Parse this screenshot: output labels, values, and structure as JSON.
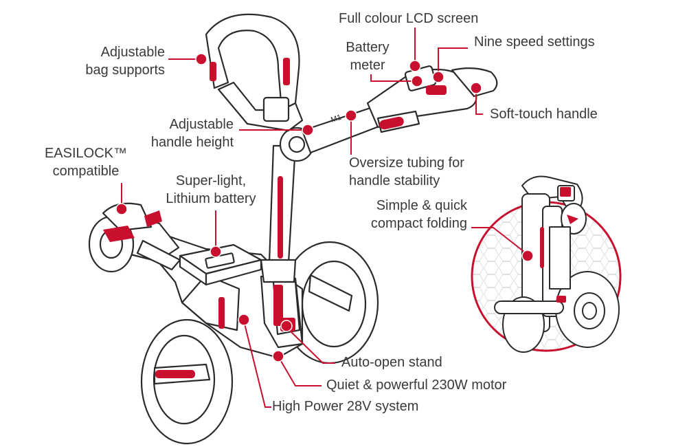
{
  "colors": {
    "accent": "#c8102e",
    "outline": "#2b2b2b",
    "text": "#3a3a3a",
    "hex_pattern": "#e2e2e2"
  },
  "labels": {
    "full_colour_lcd": "Full colour LCD screen",
    "battery_meter": [
      "Battery",
      "meter"
    ],
    "nine_speed": "Nine speed settings",
    "bag_supports": [
      "Adjustable",
      "bag supports"
    ],
    "soft_touch": "Soft-touch handle",
    "handle_height": [
      "Adjustable",
      "handle height"
    ],
    "easilock": [
      "EASILOCK™",
      "compatible"
    ],
    "oversize_tubing": [
      "Oversize tubing for",
      "handle stability"
    ],
    "battery": [
      "Super-light,",
      "Lithium battery"
    ],
    "compact_folding": [
      "Simple & quick",
      "compact folding"
    ],
    "auto_open": "Auto-open stand",
    "motor": "Quiet & powerful 230W motor",
    "high_power": "High Power 28V system"
  },
  "trolley_markings": {
    "model_badge": "M1"
  }
}
